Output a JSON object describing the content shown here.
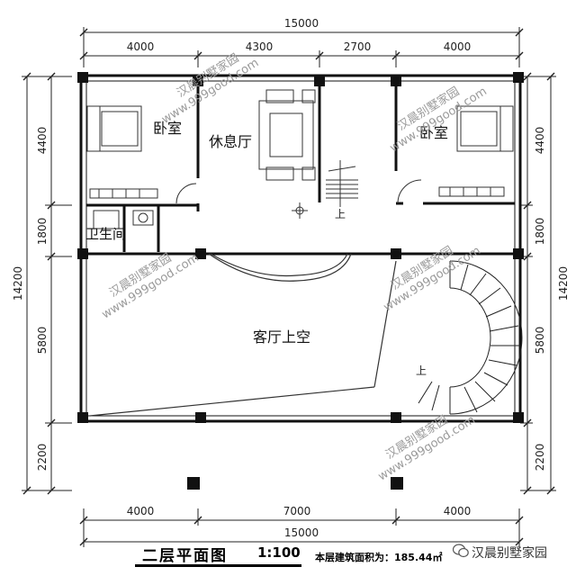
{
  "dimensions": {
    "top_total": "15000",
    "top_segments": [
      "4000",
      "4300",
      "2700",
      "4000"
    ],
    "bottom_total": "15000",
    "bottom_segments": [
      "4000",
      "7000",
      "4000"
    ],
    "left_total": "14200",
    "left_segments": [
      "4400",
      "1800",
      "5800",
      "2200"
    ],
    "right_total": "14200",
    "right_segments": [
      "4400",
      "1800",
      "5800",
      "2200"
    ]
  },
  "rooms": {
    "bedroom_left": "卧室",
    "lounge": "休息厅",
    "bedroom_right": "卧室",
    "bathroom": "卫生间",
    "living_void": "客厅上空",
    "stair_up_left": "上",
    "stair_up_right": "上"
  },
  "watermarks": [
    {
      "line1": "汉晨别墅家园",
      "line2": "www.999good.com"
    },
    {
      "line1": "汉晨别墅家园",
      "line2": "www.999good.com"
    },
    {
      "line1": "汉晨别墅家园",
      "line2": "www.999good.com"
    },
    {
      "line1": "汉晨别墅家园",
      "line2": "www.999good.com"
    },
    {
      "line1": "汉晨别墅家园",
      "line2": "www.999good.com"
    }
  ],
  "footer": {
    "title": "二层平面图",
    "scale": "1:100",
    "area_label": "本层建筑面积为：185.44㎡",
    "brand": "汉晨别墅家园"
  }
}
